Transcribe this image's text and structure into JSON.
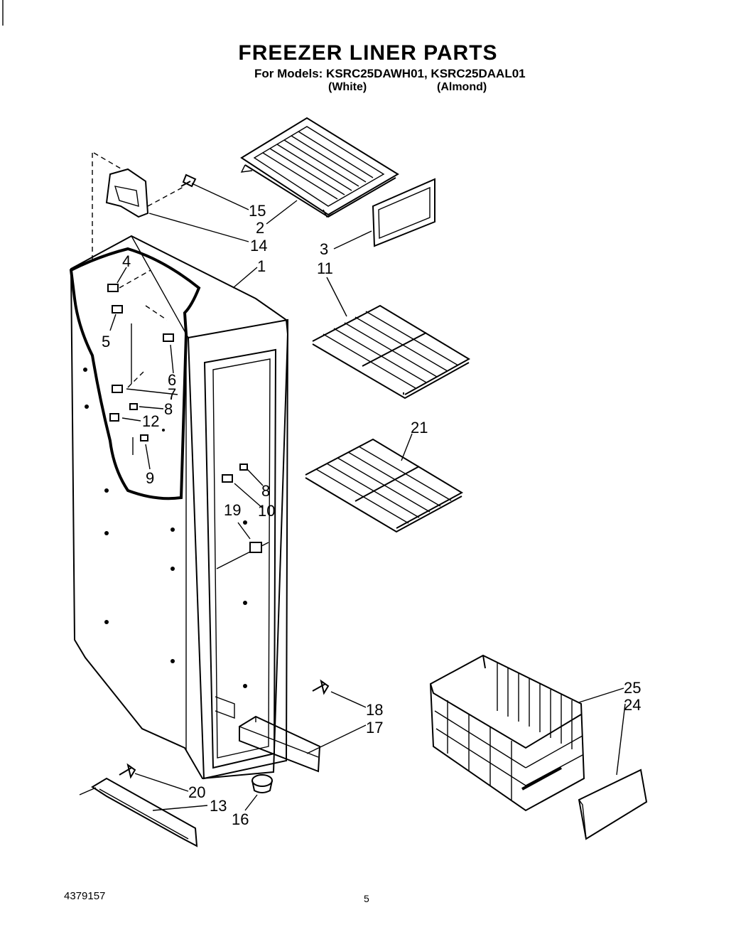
{
  "header": {
    "title": "FREEZER LINER PARTS",
    "models_line": "For Models: KSRC25DAWH01, KSRC25DAAL01",
    "variant_white": "(White)",
    "variant_almond": "(Almond)"
  },
  "callouts": [
    "15",
    "2",
    "14",
    "3",
    "11",
    "1",
    "4",
    "5",
    "6",
    "7",
    "8",
    "12",
    "9",
    "21",
    "8",
    "10",
    "19",
    "25",
    "24",
    "18",
    "17",
    "20",
    "13",
    "16"
  ],
  "footer": {
    "doc_number": "4379157",
    "page_number": "5"
  }
}
